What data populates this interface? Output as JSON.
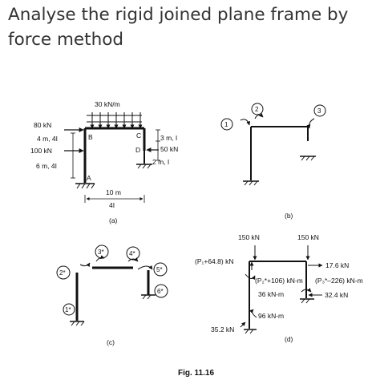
{
  "title": {
    "line1": "Analyse the rigid joined plane frame by",
    "line2": "force method"
  },
  "figure": {
    "caption": "Fig. 11.16",
    "a": {
      "label": "(a)",
      "udl": "30 kN/m",
      "load_80": "80 kN",
      "load_100": "100 kN",
      "member_ab_upper": "4 m, 4I",
      "member_ab_lower": "6 m, 4I",
      "member_cd": "3 m, I",
      "member_d": "2 m, I",
      "load_50": "50 kN",
      "span": "10 m",
      "span_i": "4I",
      "node_a": "A",
      "node_b": "B",
      "node_c": "C",
      "node_d": "D"
    },
    "b": {
      "label": "(b)",
      "n1": "1",
      "n2": "2",
      "n3": "3"
    },
    "c": {
      "label": "(c)",
      "n1": "1*",
      "n2": "2*",
      "n3": "3*",
      "n4": "4*",
      "n5": "5*",
      "n6": "6*"
    },
    "d": {
      "label": "(d)",
      "f150a": "150 kN",
      "f150b": "150 kN",
      "p1": "(P₁+64.8) kN",
      "f176": "17.6 kN",
      "p2": "(P₂*+106) kN-m",
      "p3": "(P₃*–226) kN-m",
      "m36": "36 kN-m",
      "f324": "32.4 kN",
      "m96": "96 kN-m",
      "f352": "35.2 kN"
    }
  }
}
